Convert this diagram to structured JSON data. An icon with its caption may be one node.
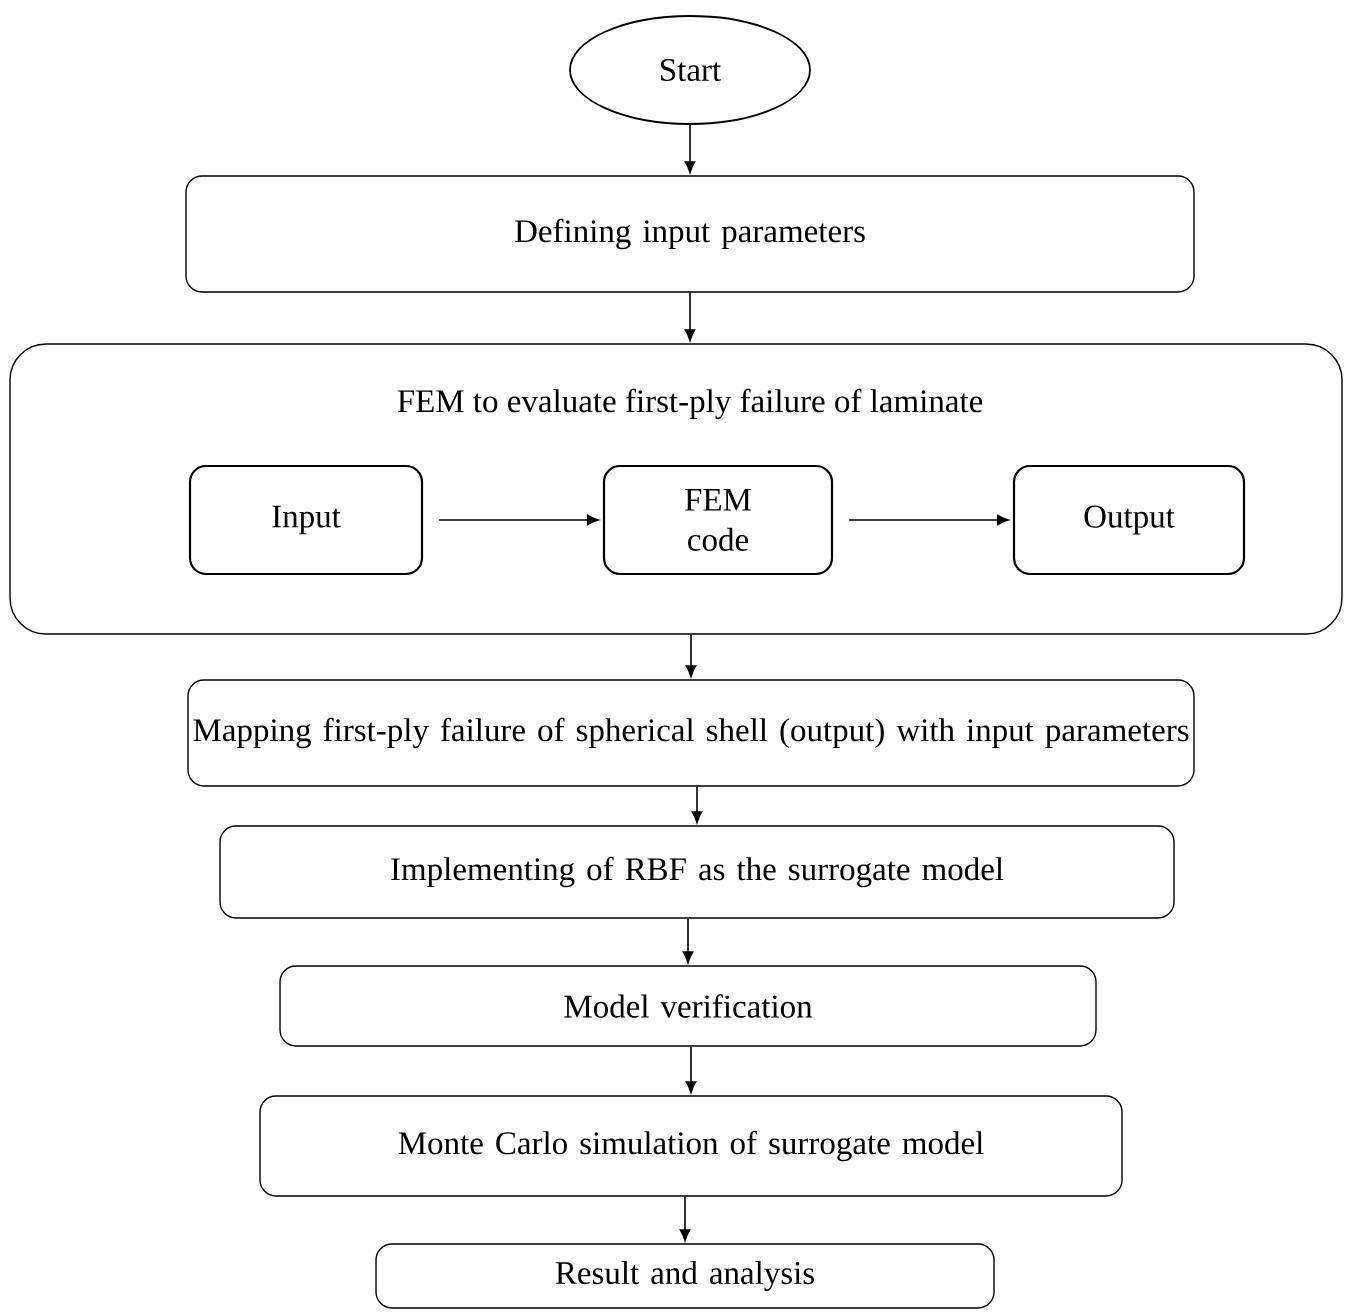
{
  "diagram": {
    "nodes": [
      {
        "text": [
          "Start"
        ]
      },
      {
        "text": [
          "Defining input parameters"
        ]
      },
      {
        "text": [
          "FEM to evaluate first-ply failure of laminate"
        ]
      },
      {
        "text": [
          "Input"
        ],
        "in": 2
      },
      {
        "text": [
          "FEM code"
        ],
        "in": 2
      },
      {
        "text": [
          "Output"
        ],
        "in": 2
      },
      {
        "text": [
          "Mapping first-ply failure of spherical shell (output) with input parameters"
        ]
      },
      {
        "text": [
          "Implementing of RBF as the surrogate model"
        ]
      },
      {
        "text": [
          "Model verification"
        ]
      },
      {
        "text": [
          "Monte Carlo simulation of surrogate model"
        ]
      },
      {
        "text": [
          "Result and analysis"
        ]
      }
    ],
    "edges": [
      {
        "from": 0,
        "to": 1,
        "arrow": "to"
      },
      {
        "from": 1,
        "to": 2,
        "arrow": "to"
      },
      {
        "from": 3,
        "to": 4,
        "arrow": "to"
      },
      {
        "from": 4,
        "to": 5,
        "arrow": "to"
      },
      {
        "from": 2,
        "to": 6,
        "arrow": "to"
      },
      {
        "from": 6,
        "to": 7,
        "arrow": "to"
      },
      {
        "from": 7,
        "to": 8,
        "arrow": "to"
      },
      {
        "from": 8,
        "to": 9,
        "arrow": "to"
      },
      {
        "from": 9,
        "to": 10,
        "arrow": "to"
      }
    ]
  }
}
